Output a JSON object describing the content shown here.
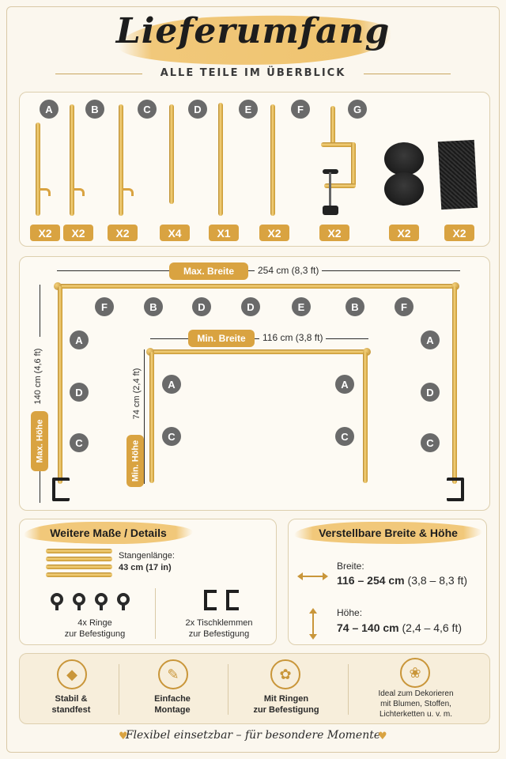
{
  "header": {
    "title": "Lieferumfang",
    "subtitle": "ALLE TEILE IM ÜBERBLICK"
  },
  "parts": [
    {
      "letter": "A",
      "qty": "X2"
    },
    {
      "letter": "B",
      "qty": "X2"
    },
    {
      "letter": "C",
      "qty": "X2"
    },
    {
      "letter": "D",
      "qty": "X4"
    },
    {
      "letter": "E",
      "qty": "X1"
    },
    {
      "letter": "F",
      "qty": "X2"
    },
    {
      "letter": "G",
      "qty": "X2"
    },
    {
      "letter": "",
      "qty": "X2"
    },
    {
      "letter": "",
      "qty": "X2"
    }
  ],
  "diagram": {
    "max_width_label": "Max. Breite",
    "max_width_value": "254 cm (8,3 ft)",
    "min_width_label": "Min. Breite",
    "min_width_value": "116 cm (3,8 ft)",
    "max_height_label": "Max. Höhe",
    "max_height_value": "140 cm (4,6 ft)",
    "min_height_label": "Min. Höhe",
    "min_height_value": "74 cm (2,4 ft)",
    "top_letters": [
      "F",
      "B",
      "D",
      "D",
      "E",
      "B",
      "F"
    ],
    "left_outer": [
      "A",
      "D",
      "C"
    ],
    "right_outer": [
      "A",
      "D",
      "C"
    ],
    "left_inner": [
      "A",
      "C"
    ],
    "right_inner": [
      "A",
      "C"
    ]
  },
  "details": {
    "heading": "Weitere Maße / Details",
    "rod_length_label": "Stangenlänge:",
    "rod_length_value": "43 cm (17 in)",
    "rings_line1": "4x Ringe",
    "rings_line2": "zur Befestigung",
    "clamps_line1": "2x Tischklemmen",
    "clamps_line2": "zur Befestigung"
  },
  "adjustable": {
    "heading": "Verstellbare Breite & Höhe",
    "width_label": "Breite:",
    "width_value": "116 – 254 cm",
    "width_ft": "(3,8 – 8,3 ft)",
    "height_label": "Höhe:",
    "height_value": "74 – 140 cm",
    "height_ft": "(2,4 – 4,6 ft)"
  },
  "features": [
    {
      "icon": "diamond-icon",
      "line1": "Stabil &",
      "line2": "standfest"
    },
    {
      "icon": "wrench-icon",
      "line1": "Einfache",
      "line2": "Montage"
    },
    {
      "icon": "gear-icon",
      "line1": "Mit Ringen",
      "line2": "zur Befestigung"
    },
    {
      "icon": "flower-icon",
      "line1": "Ideal zum Dekorieren",
      "line2": "mit Blumen, Stoffen,",
      "line3": "Lichterketten u. v. m."
    }
  ],
  "footer": {
    "tagline": "Flexibel einsetzbar – für besondere Momente"
  },
  "colors": {
    "gold": "#d9a341",
    "badge_grey": "#6a6a6a",
    "background": "#fbf7ee"
  }
}
